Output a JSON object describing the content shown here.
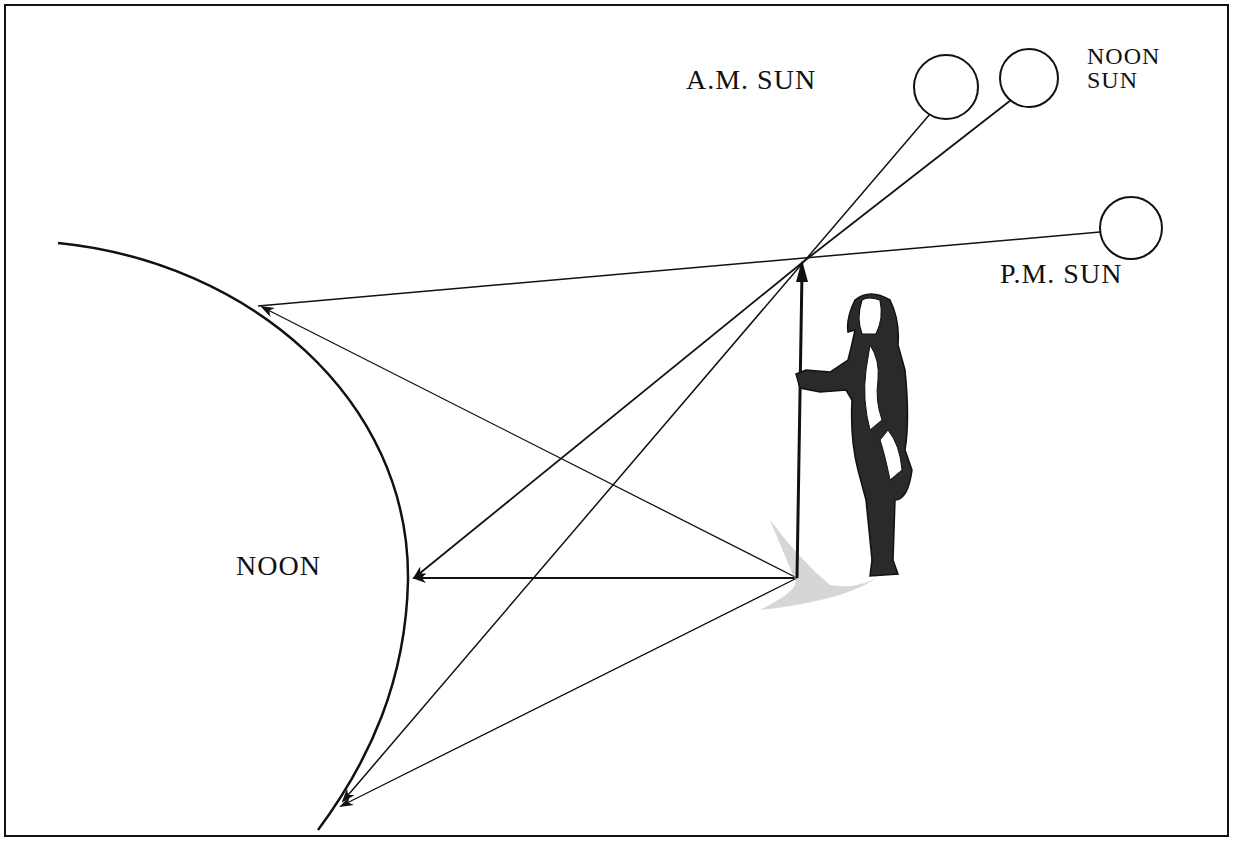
{
  "diagram": {
    "labels": [
      "A.M. SUN",
      "NOON SUN",
      "P.M. SUN",
      "NOON"
    ]
  }
}
